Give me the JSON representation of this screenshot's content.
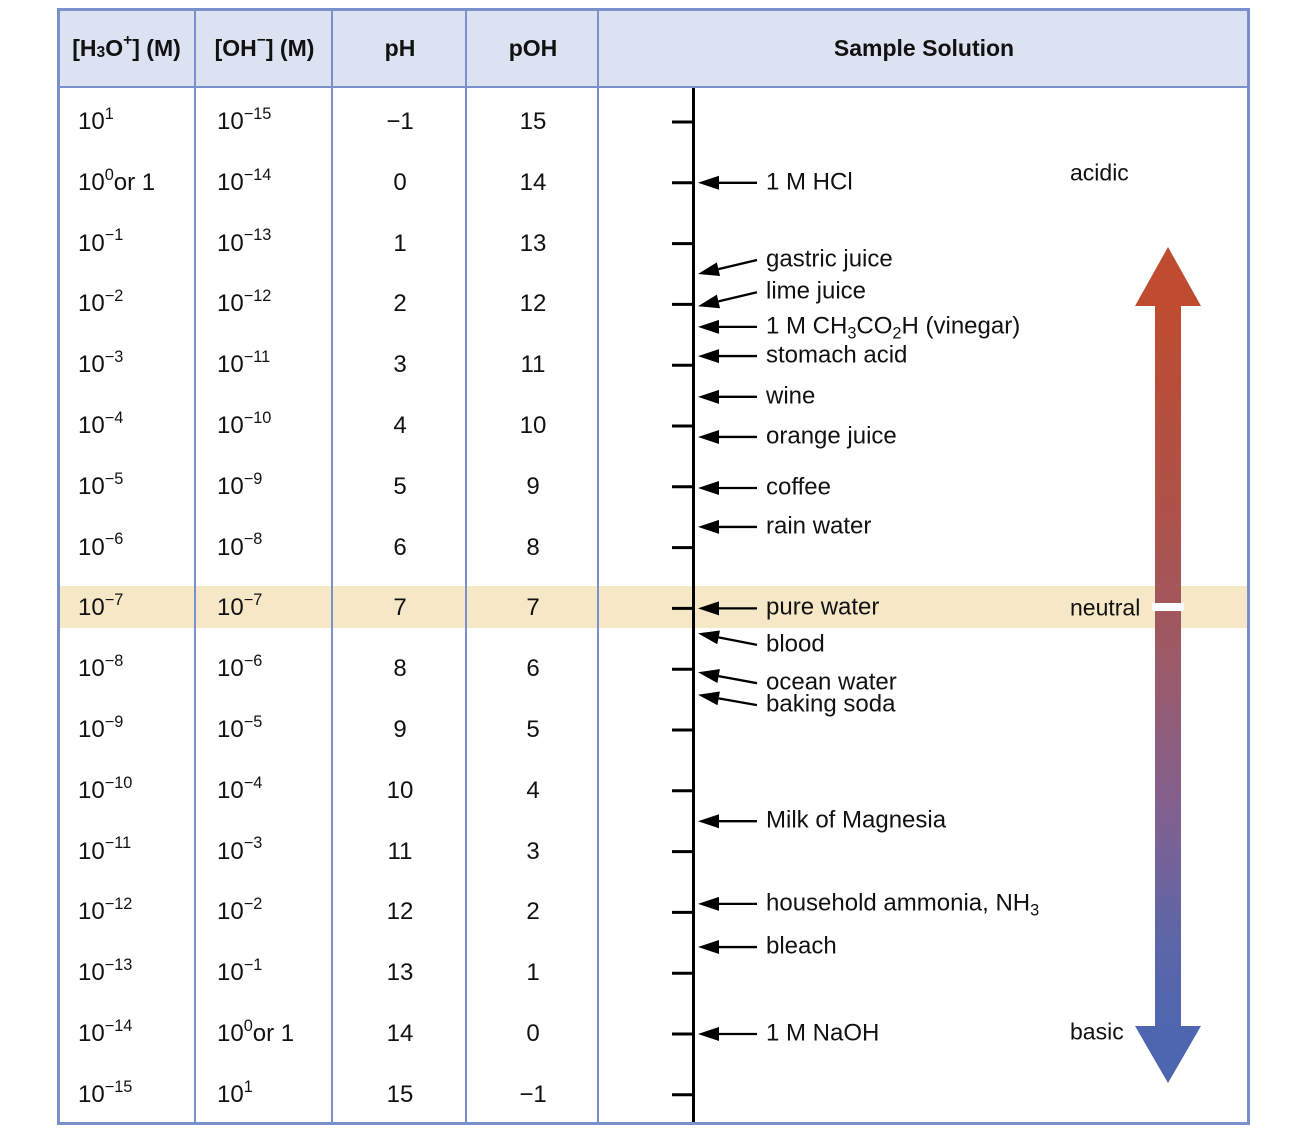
{
  "table": {
    "headers": [
      "[H_{3}O^{+}] (M)",
      "[OH^{−}] (M)",
      "pH",
      "pOH",
      "Sample Solution"
    ],
    "rows": [
      {
        "h3o": "10^{1}",
        "oh": "10^{−15}",
        "ph": "−1",
        "poh": "15"
      },
      {
        "h3o": "10^{0} or 1",
        "oh": "10^{−14}",
        "ph": "0",
        "poh": "14"
      },
      {
        "h3o": "10^{−1}",
        "oh": "10^{−13}",
        "ph": "1",
        "poh": "13"
      },
      {
        "h3o": "10^{−2}",
        "oh": "10^{−12}",
        "ph": "2",
        "poh": "12"
      },
      {
        "h3o": "10^{−3}",
        "oh": "10^{−11}",
        "ph": "3",
        "poh": "11"
      },
      {
        "h3o": "10^{−4}",
        "oh": "10^{−10}",
        "ph": "4",
        "poh": "10"
      },
      {
        "h3o": "10^{−5}",
        "oh": "10^{−9}",
        "ph": "5",
        "poh": "9"
      },
      {
        "h3o": "10^{−6}",
        "oh": "10^{−8}",
        "ph": "6",
        "poh": "8"
      },
      {
        "h3o": "10^{−7}",
        "oh": "10^{−7}",
        "ph": "7",
        "poh": "7"
      },
      {
        "h3o": "10^{−8}",
        "oh": "10^{−6}",
        "ph": "8",
        "poh": "6"
      },
      {
        "h3o": "10^{−9}",
        "oh": "10^{−5}",
        "ph": "9",
        "poh": "5"
      },
      {
        "h3o": "10^{−10}",
        "oh": "10^{−4}",
        "ph": "10",
        "poh": "4"
      },
      {
        "h3o": "10^{−11}",
        "oh": "10^{−3}",
        "ph": "11",
        "poh": "3"
      },
      {
        "h3o": "10^{−12}",
        "oh": "10^{−2}",
        "ph": "12",
        "poh": "2"
      },
      {
        "h3o": "10^{−13}",
        "oh": "10^{−1}",
        "ph": "13",
        "poh": "1"
      },
      {
        "h3o": "10^{−14}",
        "oh": "10^{0} or 1",
        "ph": "14",
        "poh": "0"
      },
      {
        "h3o": "10^{−15}",
        "oh": "10^{1}",
        "ph": "15",
        "poh": "−1"
      }
    ],
    "neutral_row_index": 8
  },
  "scale": {
    "ph_min": -1,
    "ph_max": 15,
    "samples": [
      {
        "label": "1 M HCl",
        "ph": 0.0,
        "label_ph": 0.0
      },
      {
        "label": "gastric juice",
        "ph": 1.5,
        "label_ph": 1.27
      },
      {
        "label": "lime juice",
        "ph": 2.03,
        "label_ph": 1.8
      },
      {
        "label": "1 M CH_{3}CO_{2}H (vinegar)",
        "ph": 2.37,
        "label_ph": 2.37
      },
      {
        "label": "stomach acid",
        "ph": 2.85,
        "label_ph": 2.85
      },
      {
        "label": "wine",
        "ph": 3.52,
        "label_ph": 3.52
      },
      {
        "label": "orange juice",
        "ph": 4.18,
        "label_ph": 4.18
      },
      {
        "label": "coffee",
        "ph": 5.02,
        "label_ph": 5.02
      },
      {
        "label": "rain water",
        "ph": 5.66,
        "label_ph": 5.66
      },
      {
        "label": "pure water",
        "ph": 7.0,
        "label_ph": 7.0
      },
      {
        "label": "blood",
        "ph": 7.41,
        "label_ph": 7.6
      },
      {
        "label": "ocean water",
        "ph": 8.05,
        "label_ph": 8.23
      },
      {
        "label": "baking soda",
        "ph": 8.42,
        "label_ph": 8.59
      },
      {
        "label": "Milk of Magnesia",
        "ph": 10.5,
        "label_ph": 10.5
      },
      {
        "label": "household ammonia, NH_{3}",
        "ph": 11.86,
        "label_ph": 11.86
      },
      {
        "label": "bleach",
        "ph": 12.57,
        "label_ph": 12.57
      },
      {
        "label": "1 M NaOH",
        "ph": 14.0,
        "label_ph": 14.0
      }
    ],
    "zones": [
      {
        "text": "acidic",
        "ph": -0.16
      },
      {
        "text": "neutral",
        "ph": 7.0
      },
      {
        "text": "basic",
        "ph": 13.97
      }
    ]
  },
  "colors": {
    "border_blue": "#7a90cb",
    "header_bg": "#dce2f1",
    "neutral_band": "#f6e8c7",
    "acidic_red": "#bf4c31",
    "basic_blue": "#4f66b0",
    "axis_black": "#000000",
    "text": "#111111"
  }
}
